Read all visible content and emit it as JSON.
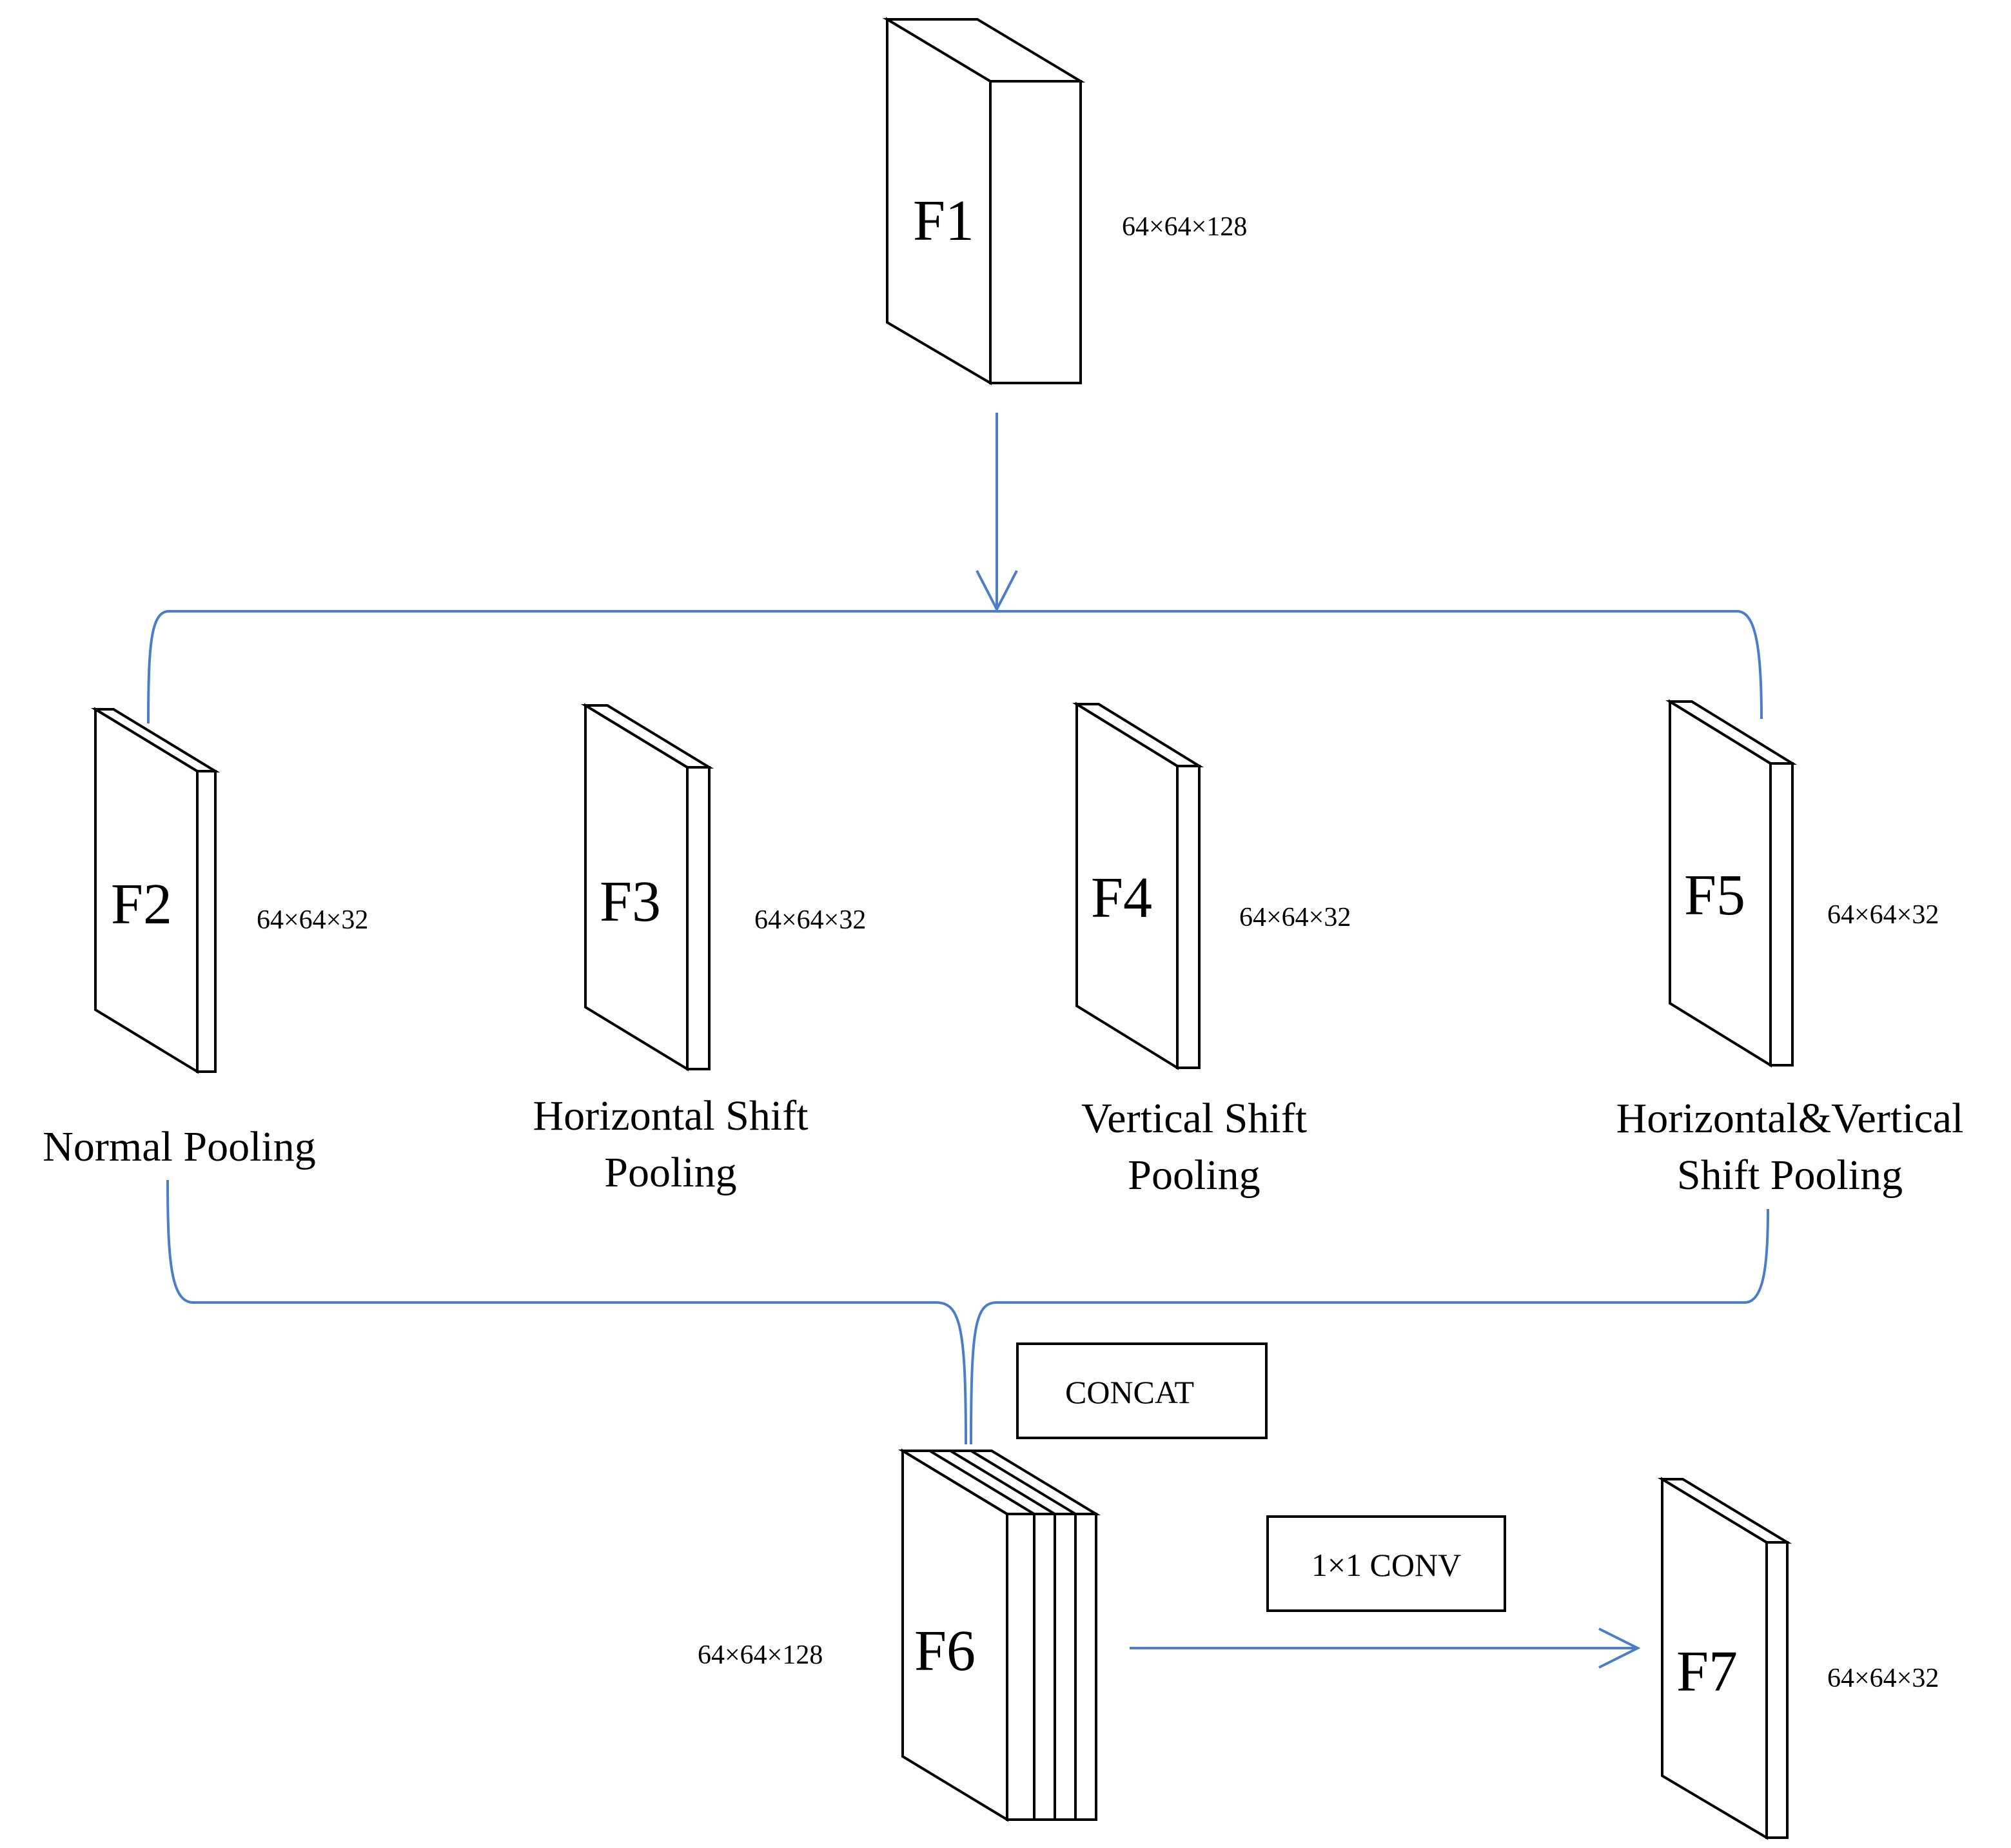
{
  "colors": {
    "connector": "#4a7ec8",
    "block_stroke": "#000000",
    "background": "#ffffff"
  },
  "blocks": {
    "f1": {
      "label": "F1",
      "dims": "64×64×128"
    },
    "f2": {
      "label": "F2",
      "dims": "64×64×32",
      "caption": [
        "Normal Pooling"
      ]
    },
    "f3": {
      "label": "F3",
      "dims": "64×64×32",
      "caption": [
        "Horizontal Shift",
        "Pooling"
      ]
    },
    "f4": {
      "label": "F4",
      "dims": "64×64×32",
      "caption": [
        "Vertical Shift",
        "Pooling"
      ]
    },
    "f5": {
      "label": "F5",
      "dims": "64×64×32",
      "caption": [
        "Horizontal&Vertical",
        "Shift Pooling"
      ]
    },
    "f6": {
      "label": "F6",
      "dims": "64×64×128"
    },
    "f7": {
      "label": "F7",
      "dims": "64×64×32"
    }
  },
  "operations": {
    "concat": "CONCAT",
    "conv": "1×1 CONV"
  }
}
